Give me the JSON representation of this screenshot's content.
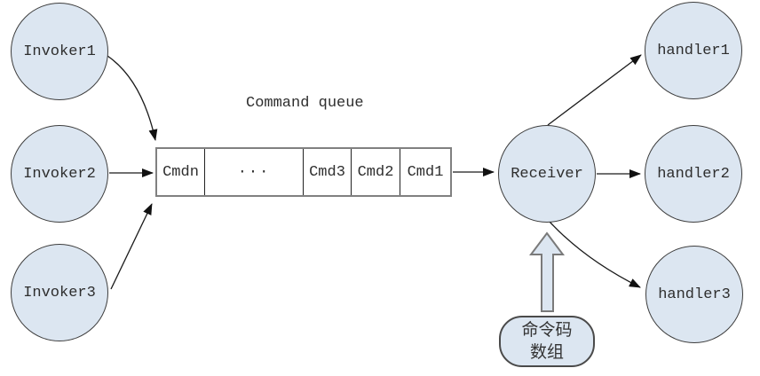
{
  "diagram": {
    "queue": {
      "title": "Command queue",
      "cells": [
        "Cmdn",
        "···",
        "Cmd3",
        "Cmd2",
        "Cmd1"
      ]
    },
    "invokers": [
      {
        "label": "Invoker1"
      },
      {
        "label": "Invoker2"
      },
      {
        "label": "Invoker3"
      }
    ],
    "receiver": {
      "label": "Receiver"
    },
    "handlers": [
      {
        "label": "handler1"
      },
      {
        "label": "handler2"
      },
      {
        "label": "handler3"
      }
    ],
    "note": {
      "line1": "命令码",
      "line2": "数组"
    },
    "colors": {
      "background": "#ffffff",
      "node_fill": "#dce6f1",
      "node_border": "#3d3d3d",
      "connector": "#1a1a1a",
      "queue_border": "#808080",
      "block_arrow_border": "#7a7a7a"
    }
  }
}
